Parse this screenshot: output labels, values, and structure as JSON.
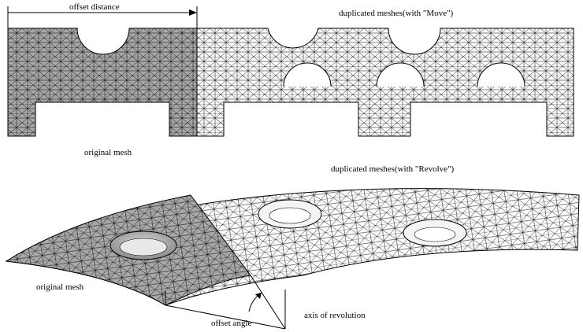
{
  "labels": {
    "offset_distance": "offset distance",
    "dup_move": "duplicated meshes(with \"Move\")",
    "original_top": "original mesh",
    "dup_revolve": "duplicated meshes(with \"Revolve\")",
    "original_bottom": "original mesh",
    "offset_angle": "offset angle",
    "axis": "axis of revolution"
  },
  "colors": {
    "original_fill": "#a8a8a8",
    "duplicate_fill": "#ffffff",
    "edge": "#000000"
  }
}
